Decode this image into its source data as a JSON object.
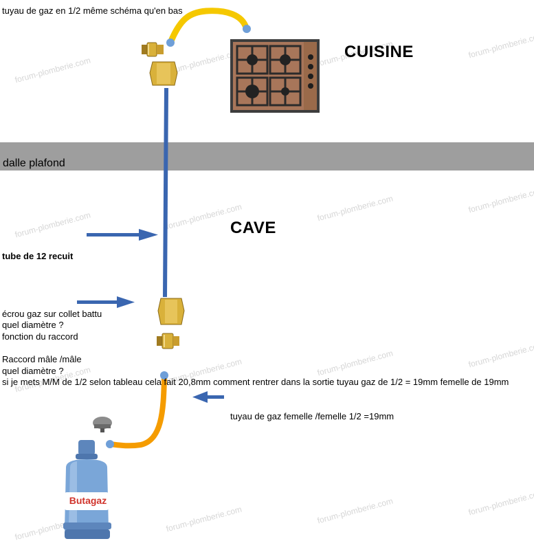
{
  "colors": {
    "pipe_blue": "#3a66b0",
    "arrow_blue": "#3a66b0",
    "hose_yellow": "#f5c800",
    "hose_orange": "#f59c00",
    "ceiling_slab": "#9e9e9e",
    "brass": "#d9b13a",
    "stove_body": "#9a6a4a",
    "bottle_blue": "#7aa6d8"
  },
  "icons": [
    "brass-nut-icon",
    "brass-male-fitting-icon",
    "gas-stove-icon",
    "gas-bottle-icon",
    "regulator-icon"
  ],
  "labels": {
    "top_hose": "tuyau de gaz en 1/2 même schéma qu'en bas",
    "kitchen": "CUISINE",
    "slab": "dalle plafond",
    "cellar": "CAVE",
    "tube": "tube de 12 recuit",
    "nut_line1": "écrou gaz sur collet battu",
    "nut_line2": "quel diamètre ?",
    "nut_line3": "fonction du raccord",
    "fitting_line1": "Raccord mâle /mâle",
    "fitting_line2": "quel diamètre ?",
    "fitting_line3": "si je mets M/M de 1/2 selon tableau cela fait 20,8mm comment rentrer dans la sortie tuyau gaz de 1/2 = 19mm femelle de 19mm",
    "hose_ff": "tuyau de gaz femelle /femelle 1/2 =19mm",
    "bottle_brand": "Butagaz"
  },
  "watermark": "forum-plomberie.com"
}
